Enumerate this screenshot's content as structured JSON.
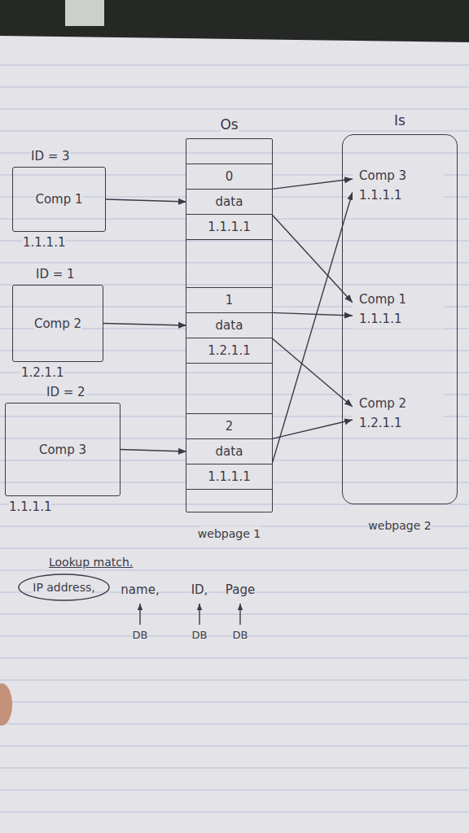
{
  "diagram": {
    "nodes": [
      {
        "text": [
          "ID = 3",
          "Comp 1",
          "1.1.1.1"
        ]
      },
      {
        "text": [
          "ID = 1",
          "Comp 2",
          "1.2.1.1"
        ]
      },
      {
        "text": [
          "ID = 2",
          "Comp 3",
          "1.1.1.1"
        ]
      },
      {
        "text": [
          "Os",
          "webpage 1"
        ]
      },
      {
        "text": [
          "0",
          "data",
          "1.1.1.1"
        ],
        "in": 3
      },
      {
        "text": [
          "1",
          "data",
          "1.2.1.1"
        ],
        "in": 3
      },
      {
        "text": [
          "2",
          "data",
          "1.1.1.1"
        ],
        "in": 3
      },
      {
        "text": [
          "Is",
          "webpage 2"
        ]
      },
      {
        "text": [
          "Comp 3",
          "1.1.1.1"
        ],
        "in": 7
      },
      {
        "text": [
          "Comp 1",
          "1.1.1.1"
        ],
        "in": 7
      },
      {
        "text": [
          "Comp 2",
          "1.2.1.1"
        ],
        "in": 7
      },
      {
        "text": [
          "IP address,"
        ]
      }
    ],
    "edges": [
      {
        "from": 0,
        "to": 4,
        "arrow": "to"
      },
      {
        "from": 1,
        "to": 5,
        "arrow": "to"
      },
      {
        "from": 2,
        "to": 6,
        "arrow": "to"
      },
      {
        "from": 4,
        "to": 8,
        "arrow": "to"
      },
      {
        "from": 4,
        "to": 9,
        "arrow": "to"
      },
      {
        "from": 5,
        "to": 9,
        "arrow": "to"
      },
      {
        "from": 5,
        "to": 10,
        "arrow": "to"
      },
      {
        "from": 6,
        "to": 10,
        "arrow": "to"
      },
      {
        "from": 6,
        "to": 8,
        "arrow": "to"
      }
    ],
    "labels": [
      "Lookup match.",
      "name,",
      "ID,",
      "Page",
      "DB",
      "DB",
      "DB"
    ]
  }
}
